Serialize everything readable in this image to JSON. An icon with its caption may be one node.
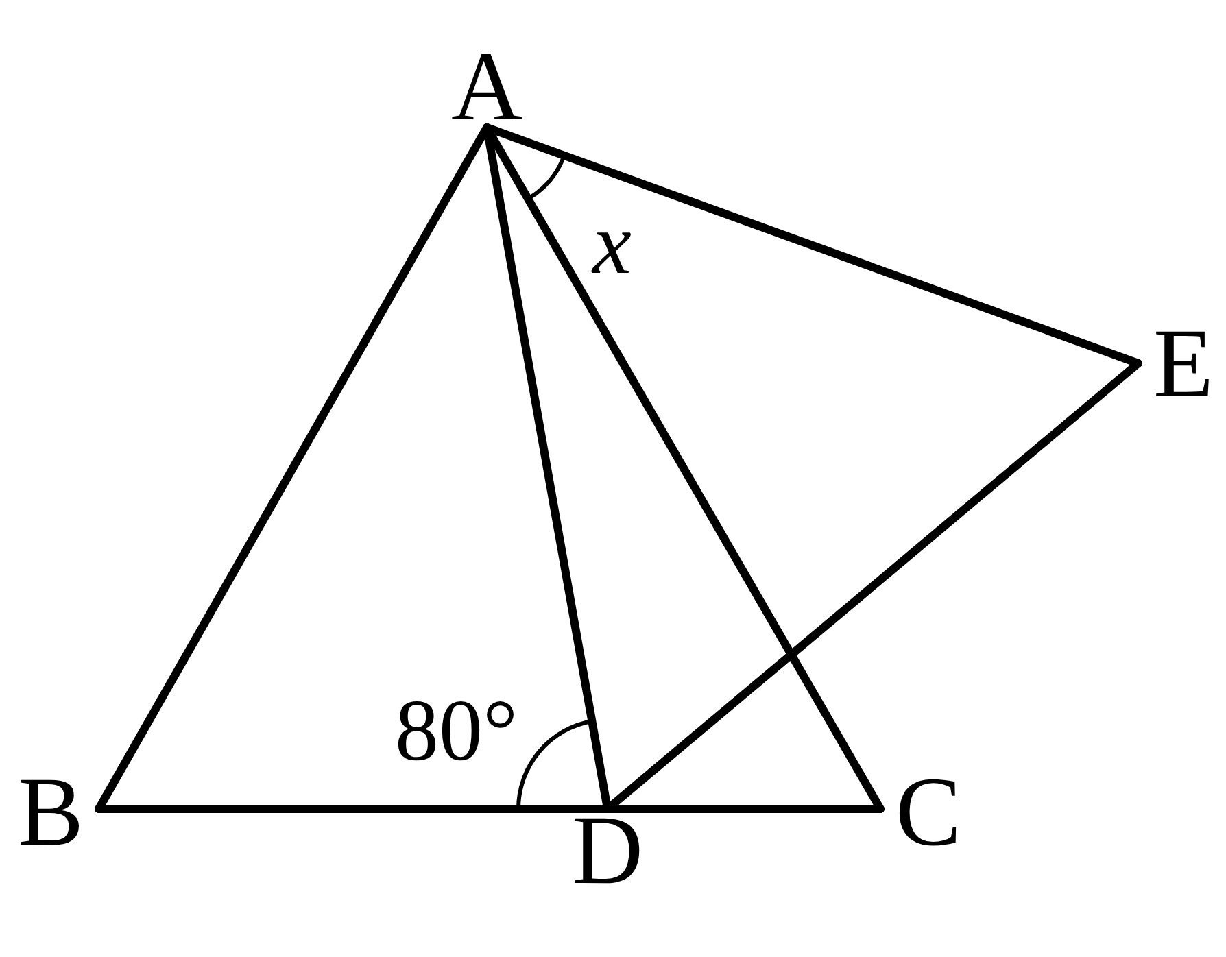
{
  "diagram": {
    "nodes": [
      {
        "text": [
          "A"
        ]
      },
      {
        "text": [
          "B"
        ]
      },
      {
        "text": [
          "C"
        ]
      },
      {
        "text": [
          "D"
        ]
      },
      {
        "text": [
          "E"
        ]
      }
    ],
    "edges": [
      {
        "from": 0,
        "to": 1,
        "arrow": "none"
      },
      {
        "from": 0,
        "to": 3,
        "arrow": "none"
      },
      {
        "from": 0,
        "to": 2,
        "arrow": "none"
      },
      {
        "from": 0,
        "to": 4,
        "arrow": "none"
      },
      {
        "from": 1,
        "to": 3,
        "arrow": "none"
      },
      {
        "from": 3,
        "to": 2,
        "arrow": "none"
      },
      {
        "from": 3,
        "to": 4,
        "arrow": "none"
      }
    ],
    "labels": [
      "x",
      "80°"
    ]
  }
}
